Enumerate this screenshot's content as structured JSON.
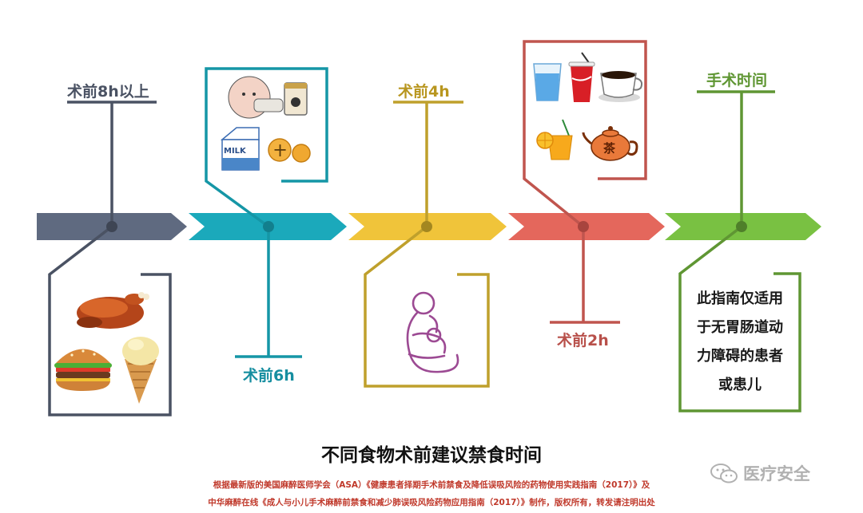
{
  "diagram": {
    "title": "不同食物术前建议禁食时间",
    "stages": [
      {
        "label": "术前8h以上",
        "color": "#5b6478",
        "items": [
          "roast-chicken-icon",
          "hamburger-icon",
          "ice-cream-icon"
        ]
      },
      {
        "label": "术前6h",
        "color": "#1a9fb0",
        "items": [
          "formula-feeding-icon",
          "milk-carton-icon",
          "biscuit-icon"
        ]
      },
      {
        "label": "术前4h",
        "color": "#c9a72a",
        "items": [
          "breastfeeding-icon"
        ]
      },
      {
        "label": "术前2h",
        "color": "#c8574f",
        "items": [
          "water-glass-icon",
          "soda-cup-icon",
          "coffee-cup-icon",
          "orange-juice-icon",
          "teapot-icon"
        ]
      },
      {
        "label": "手术时间",
        "color": "#6aa237",
        "items": []
      }
    ],
    "teapot_char": "茶",
    "milk_text": "MILK",
    "biscuit_text": "十",
    "note_lines": [
      "此指南仅适用",
      "于无胃肠道动",
      "力障碍的患者",
      "或患儿"
    ],
    "source_lines": [
      "根据最新版的美国麻醉医师学会（ASA）《健康患者择期手术前禁食及降低误吸风险的药物使用实践指南（2017）》及",
      "中华麻醉在线《成人与小儿手术麻醉前禁食和减少肺误吸风险药物应用指南（2017）》制作，版权所有，转发请注明出处"
    ],
    "watermark": "医疗安全"
  }
}
